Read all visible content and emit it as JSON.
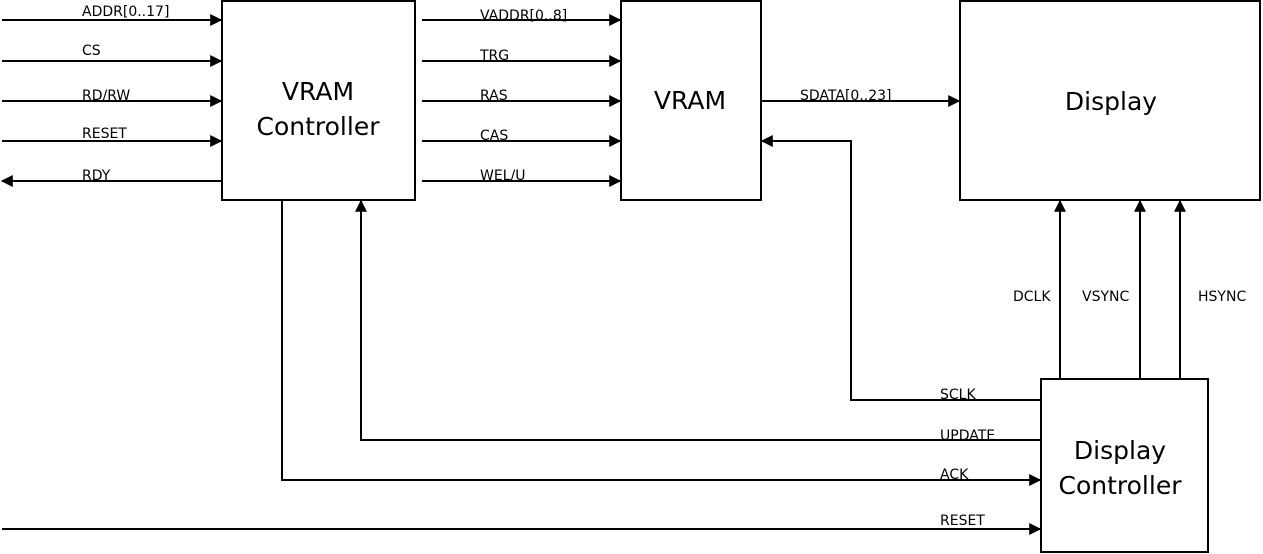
{
  "blocks": {
    "vram_controller": {
      "line1": "VRAM",
      "line2": "Controller"
    },
    "vram": {
      "label": "VRAM"
    },
    "display": {
      "label": "Display"
    },
    "display_controller": {
      "line1": "Display",
      "line2": "Controller"
    }
  },
  "signals": {
    "addr": "ADDR[0..17]",
    "cs": "CS",
    "rd_rw": "RD/RW",
    "reset_in": "RESET",
    "rdy": "RDY",
    "vaddr": "VADDR[0..8]",
    "trg": "TRG",
    "ras": "RAS",
    "cas": "CAS",
    "wel_u": "WEL/U",
    "sdata": "SDATA[0..23]",
    "dclk": "DCLK",
    "vsync": "VSYNC",
    "hsync": "HSYNC",
    "sclk": "SCLK",
    "update": "UPDATE",
    "ack": "ACK",
    "reset_dc": "RESET"
  }
}
